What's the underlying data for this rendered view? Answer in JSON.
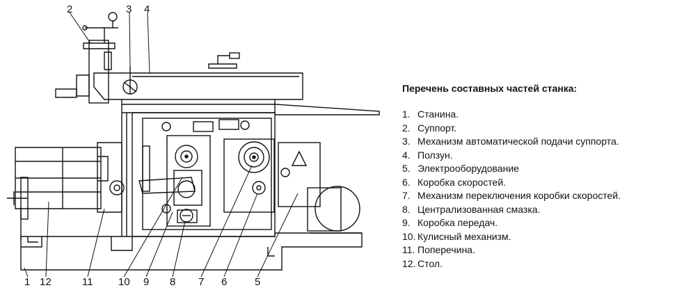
{
  "legend": {
    "title": "Перечень составных частей станка:",
    "items": [
      {
        "num": "1.",
        "label": "Станина."
      },
      {
        "num": "2.",
        "label": "Суппорт."
      },
      {
        "num": "3.",
        "label": "Механизм автоматической подачи суппорта."
      },
      {
        "num": "4.",
        "label": "Ползун."
      },
      {
        "num": "5.",
        "label": "Электрооборудование"
      },
      {
        "num": "6.",
        "label": "Коробка скоростей."
      },
      {
        "num": "7.",
        "label": "Механизм переключения коробки скоростей."
      },
      {
        "num": "8.",
        "label": "Централизованная смазка."
      },
      {
        "num": "9.",
        "label": "Коробка передач."
      },
      {
        "num": "10.",
        "label": "Кулисный механизм."
      },
      {
        "num": "11.",
        "label": "Поперечина."
      },
      {
        "num": "12.",
        "label": "Стол."
      }
    ]
  },
  "callouts": {
    "top": [
      "2",
      "3",
      "4"
    ],
    "bottom": [
      "1",
      "12",
      "11",
      "10",
      "9",
      "8",
      "7",
      "6",
      "5"
    ]
  }
}
